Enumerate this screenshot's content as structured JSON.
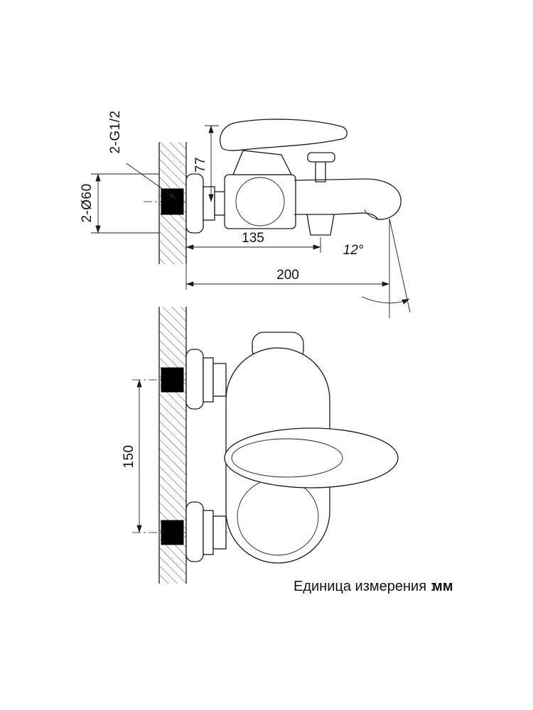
{
  "drawing": {
    "line_color": "#1a1a1a",
    "views": {
      "side": {
        "dims": {
          "thread": "2-G1/2",
          "height": "77",
          "flange": "2-Ø60",
          "depth": "135",
          "reach": "200",
          "angle": "12°"
        }
      },
      "front": {
        "dims": {
          "spacing": "150"
        }
      }
    },
    "note": {
      "label": "Единица измерения :",
      "value": "мм"
    }
  }
}
